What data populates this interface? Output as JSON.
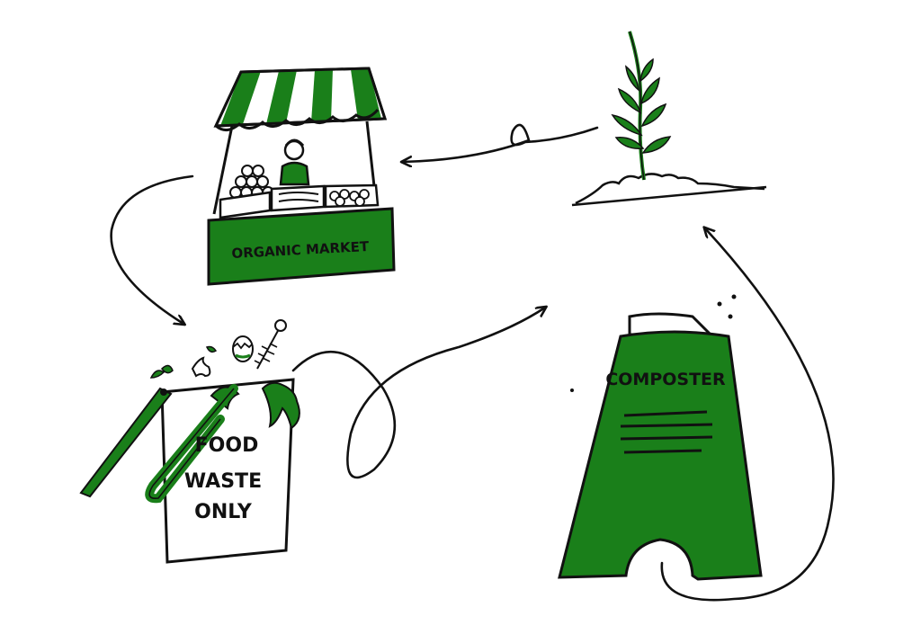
{
  "colors": {
    "green": "#1a7f1a",
    "ink": "#111111",
    "paper": "#ffffff"
  },
  "market": {
    "sign": "ORGANIC MARKET"
  },
  "bin": {
    "label_line1": "FOOD",
    "label_line2": "WASTE",
    "label_line3": "ONLY"
  },
  "composter": {
    "label": "COMPOSTER"
  },
  "icons": [
    "market-stall-icon",
    "vendor-icon",
    "food-waste-bin-icon",
    "composter-icon",
    "seedling-plant-icon",
    "fish-bone-icon",
    "egg-shell-icon",
    "apple-core-icon",
    "leaf-scrap-icon"
  ]
}
